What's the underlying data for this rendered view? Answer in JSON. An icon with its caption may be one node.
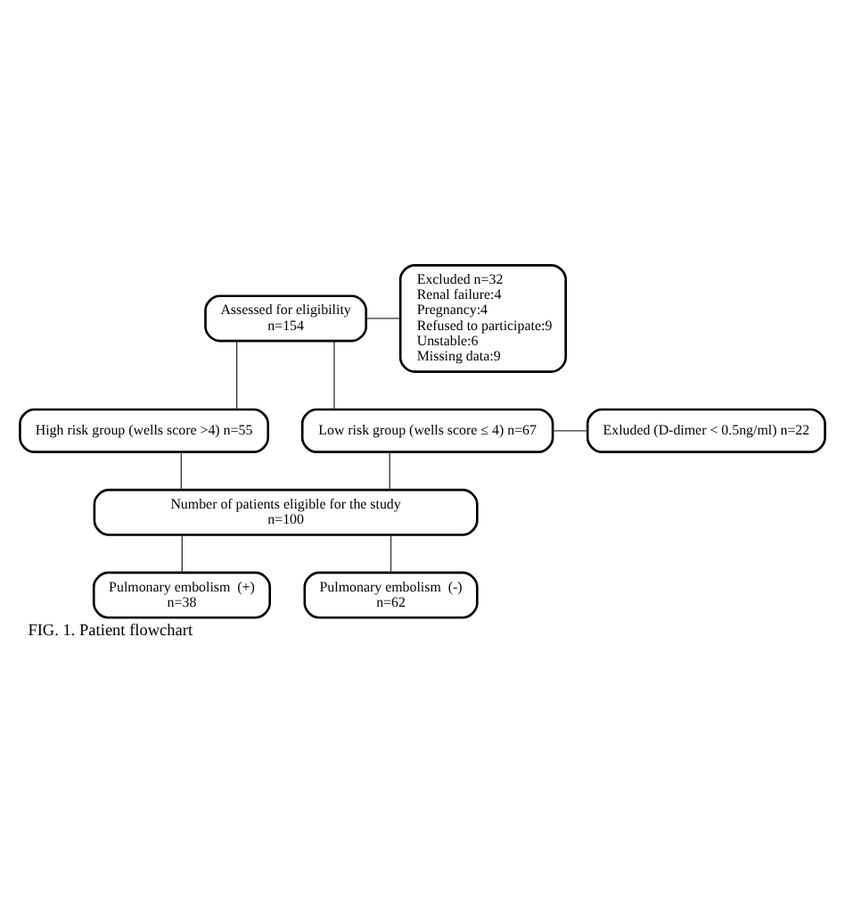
{
  "diagram": {
    "caption": "FIG. 1. Patient flowchart",
    "nodes": [
      {
        "text": [
          "Assessed for eligibility",
          "n=154"
        ]
      },
      {
        "text": [
          "Excluded n=32",
          "Renal failure:4",
          "Pregnancy:4",
          "Refused to participate:9",
          "Unstable:6",
          "Missing data:9"
        ]
      },
      {
        "text": [
          "High risk group (wells score >4) n=55"
        ]
      },
      {
        "text": [
          "Low risk group (wells score ≤ 4) n=67"
        ]
      },
      {
        "text": [
          "Exluded (D-dimer < 0.5ng/ml) n=22"
        ]
      },
      {
        "text": [
          "Number of patients eligible for the study",
          "n=100"
        ]
      },
      {
        "text": [
          "Pulmonary embolism  (+)",
          "n=38"
        ]
      },
      {
        "text": [
          "Pulmonary embolism  (-)",
          "n=62"
        ]
      }
    ],
    "edges": [
      {
        "from": 0,
        "to": 1,
        "arrow": "none"
      },
      {
        "from": 0,
        "to": 2,
        "arrow": "none"
      },
      {
        "from": 0,
        "to": 3,
        "arrow": "none"
      },
      {
        "from": 3,
        "to": 4,
        "arrow": "none"
      },
      {
        "from": 2,
        "to": 5,
        "arrow": "none"
      },
      {
        "from": 3,
        "to": 5,
        "arrow": "none"
      },
      {
        "from": 5,
        "to": 6,
        "arrow": "none"
      },
      {
        "from": 5,
        "to": 7,
        "arrow": "none"
      }
    ]
  }
}
